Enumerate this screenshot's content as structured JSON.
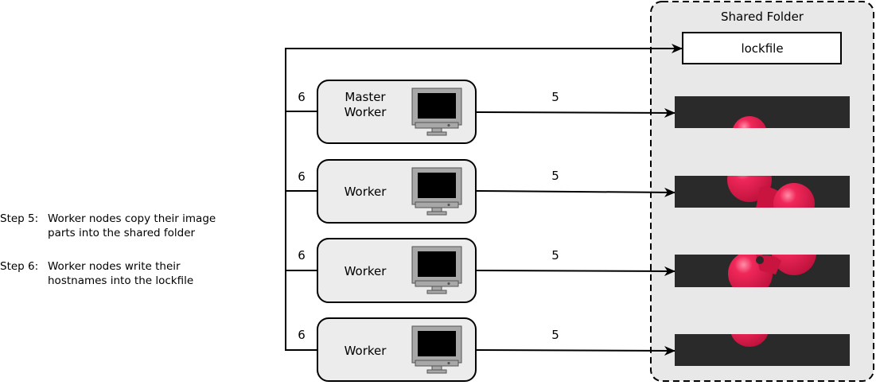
{
  "shared_folder": {
    "title": "Shared Folder",
    "lockfile_label": "lockfile"
  },
  "workers": [
    {
      "label_line1": "Master",
      "label_line2": "Worker",
      "copy_step": "5",
      "write_step": "6"
    },
    {
      "label_line1": "Worker",
      "label_line2": "",
      "copy_step": "5",
      "write_step": "6"
    },
    {
      "label_line1": "Worker",
      "label_line2": "",
      "copy_step": "5",
      "write_step": "6"
    },
    {
      "label_line1": "Worker",
      "label_line2": "",
      "copy_step": "5",
      "write_step": "6"
    }
  ],
  "legend": {
    "step5_prefix": "Step 5:",
    "step5_line1": "Worker nodes copy their image",
    "step5_line2": "parts into the shared folder",
    "step6_prefix": "Step 6:",
    "step6_line1": "Worker nodes write their",
    "step6_line2": "hostnames into the lockfile"
  },
  "colors": {
    "folder_bg": "#e8e8e8",
    "node_bg": "#ececec",
    "image_bg": "#2a2a2a",
    "blob": "#e8174a",
    "monitor": "#a8a8a8"
  },
  "icons": [
    "monitor-icon",
    "image-part"
  ]
}
